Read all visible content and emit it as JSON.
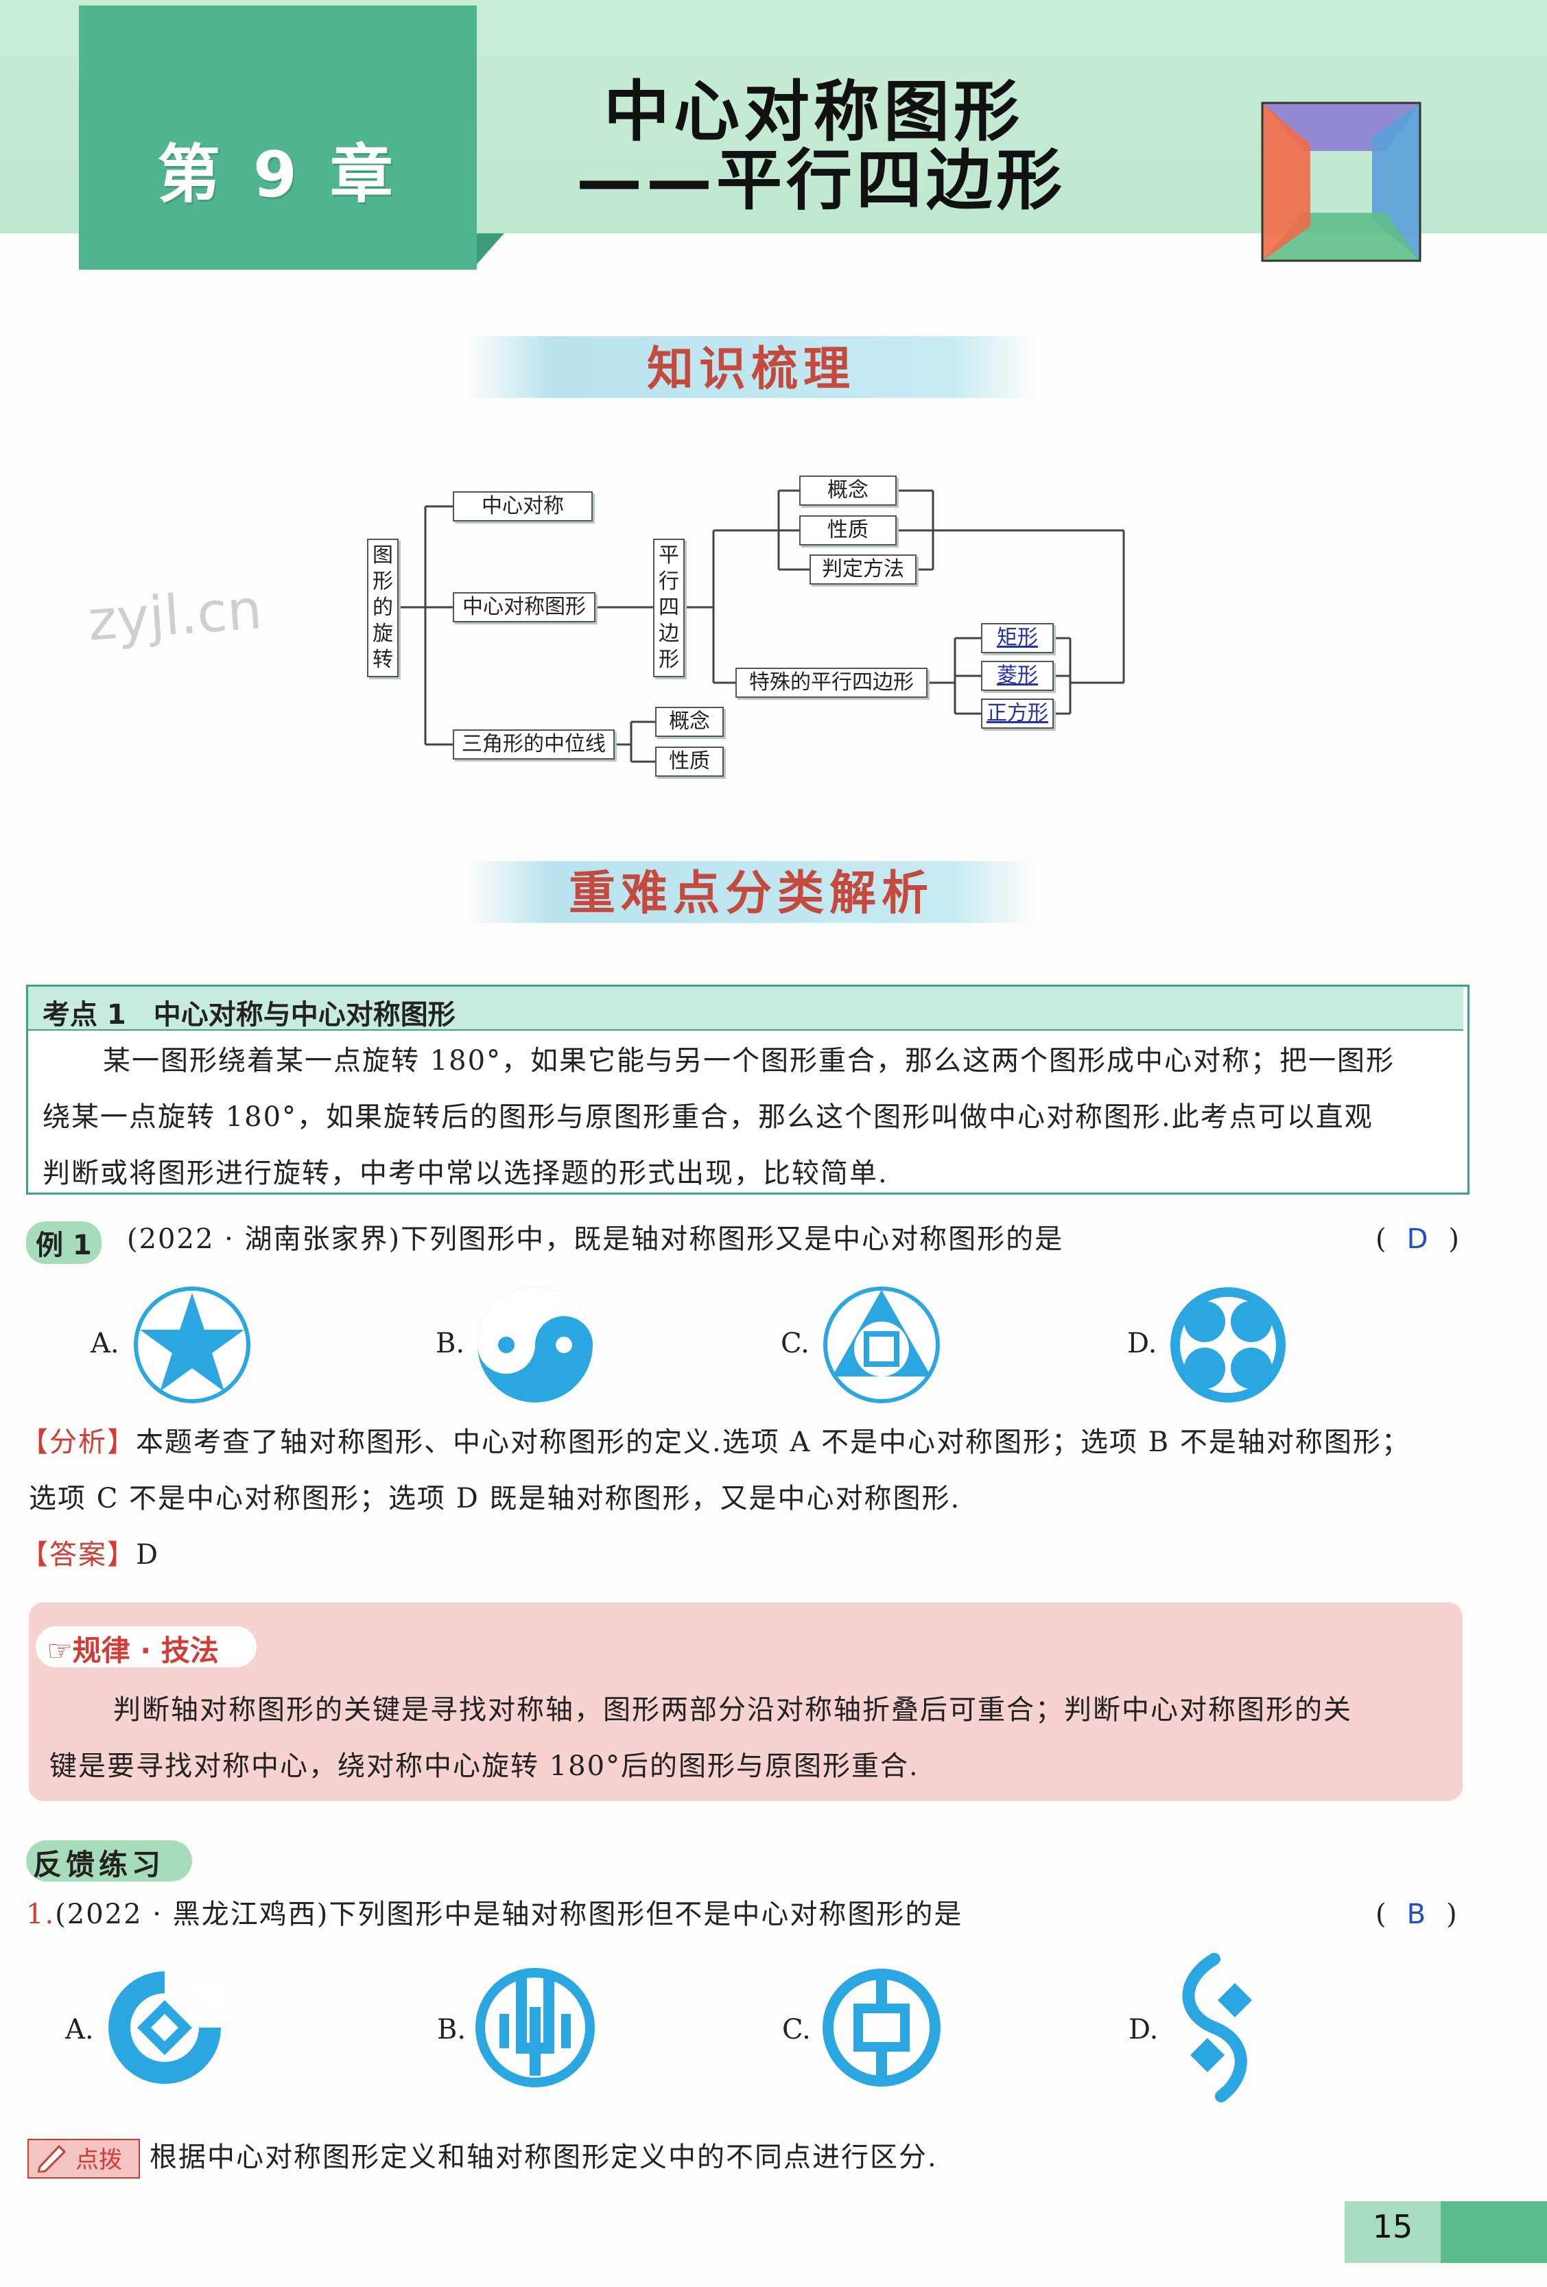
{
  "header": {
    "chapter_label": "第 9 章",
    "title_line1": "中心对称图形",
    "title_line2": "——平行四边形"
  },
  "sections": {
    "knowledge_title": "知识梳理",
    "analysis_title": "重难点分类解析"
  },
  "mindmap": {
    "root": "图形的旋转",
    "branch1": "中心对称",
    "branch2": "中心对称图形",
    "branch3": "三角形的中位线",
    "parallelogram": "平行四边形",
    "p_concept": "概念",
    "p_property": "性质",
    "p_judge": "判定方法",
    "special": "特殊的平行四边形",
    "rect": "矩形",
    "rhombus": "菱形",
    "square": "正方形",
    "m_concept": "概念",
    "m_property": "性质"
  },
  "watermark": "zyjl.cn",
  "kaodian": {
    "title": "考点 1　中心对称与中心对称图形",
    "line1": "某一图形绕着某一点旋转 180°，如果它能与另一个图形重合，那么这两个图形成中心对称；把一图形",
    "line2": "绕某一点旋转 180°，如果旋转后的图形与原图形重合，那么这个图形叫做中心对称图形.此考点可以直观",
    "line3": "判断或将图形进行旋转，中考中常以选择题的形式出现，比较简单."
  },
  "example1": {
    "tag": "例 1",
    "question": "(2022 · 湖南张家界)下列图形中，既是轴对称图形又是中心对称图形的是",
    "answer": "D",
    "options": [
      "A.",
      "B.",
      "C.",
      "D."
    ],
    "analysis_tag": "【分析】",
    "analysis_line1": "本题考查了轴对称图形、中心对称图形的定义.选项 A 不是中心对称图形；选项 B 不是轴对称图形；",
    "analysis_line2": "选项 C 不是中心对称图形；选项 D 既是轴对称图形，又是中心对称图形.",
    "answer_tag": "【答案】",
    "answer_value": "D"
  },
  "tip": {
    "title": "☞规律 · 技法",
    "line1": "判断轴对称图形的关键是寻找对称轴，图形两部分沿对称轴折叠后可重合；判断中心对称图形的关",
    "line2": "键是要寻找对称中心，绕对称中心旋转 180°后的图形与原图形重合."
  },
  "feedback": {
    "label": "反馈练习",
    "q1_number": "1.",
    "q1_text": "(2022 · 黑龙江鸡西)下列图形中是轴对称图形但不是中心对称图形的是",
    "q1_answer": "B",
    "options": [
      "A.",
      "B.",
      "C.",
      "D."
    ],
    "hint_label": "点拨",
    "hint_text": "根据中心对称图形定义和轴对称图形定义中的不同点进行区分."
  },
  "page_number": "15",
  "colors": {
    "header_green": "#4fb58f",
    "shape_blue": "#2aa7e0",
    "accent_red": "#d33b34",
    "answer_blue": "#1f4fc4"
  }
}
